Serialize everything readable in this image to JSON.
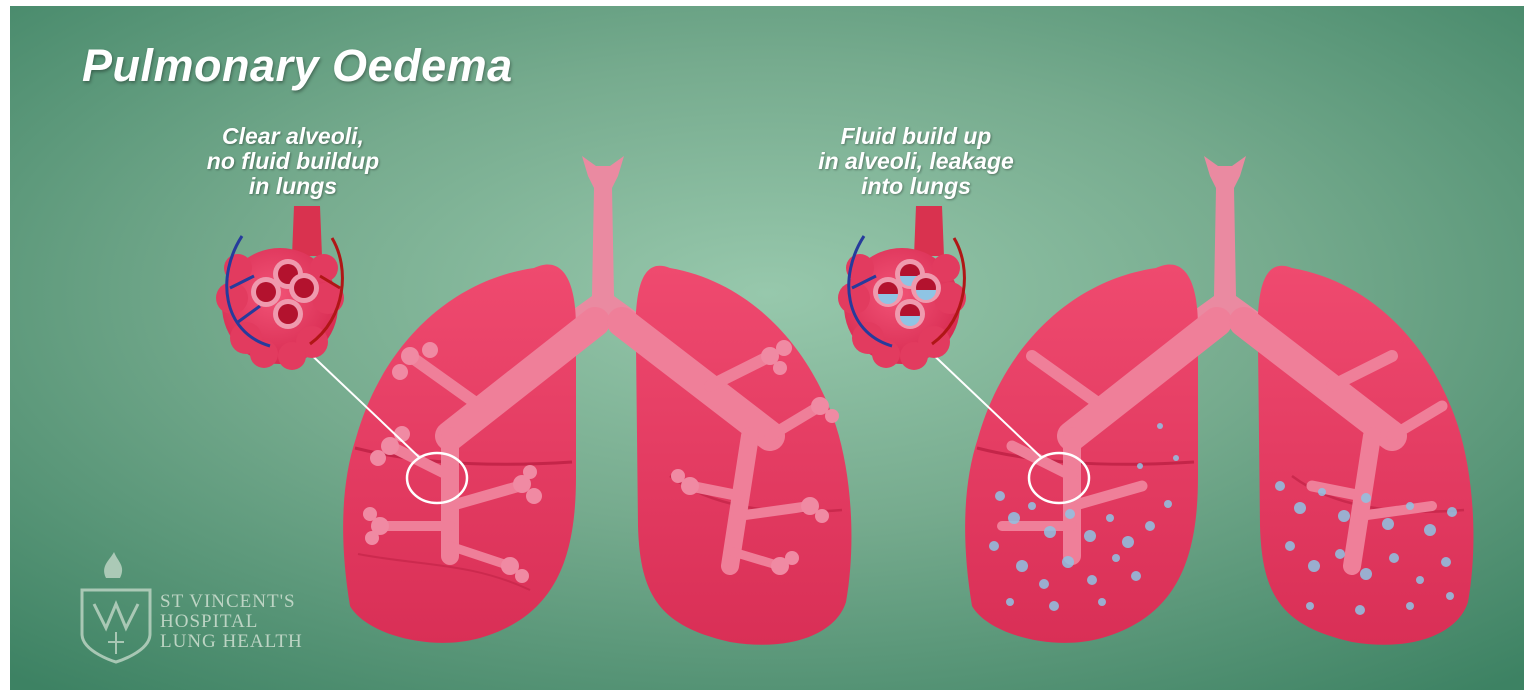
{
  "title": "Pulmonary Oedema",
  "captions": {
    "healthy": [
      "Clear alveoli,",
      "no fluid buildup",
      "in lungs"
    ],
    "oedema": [
      "Fluid build up",
      "in alveoli, leakage",
      "into lungs"
    ]
  },
  "logo": {
    "lines": [
      "ST VINCENT'S",
      "HOSPITAL",
      "LUNG HEALTH"
    ],
    "icon": "sacred-heart-cross-emblem-icon"
  },
  "colors": {
    "background": "#7fb497",
    "lung": "#e63c63",
    "airway": "#e98aa0",
    "fluid": "#8fc4e4",
    "artery": "#c41a1a",
    "vein": "#243a9a"
  }
}
